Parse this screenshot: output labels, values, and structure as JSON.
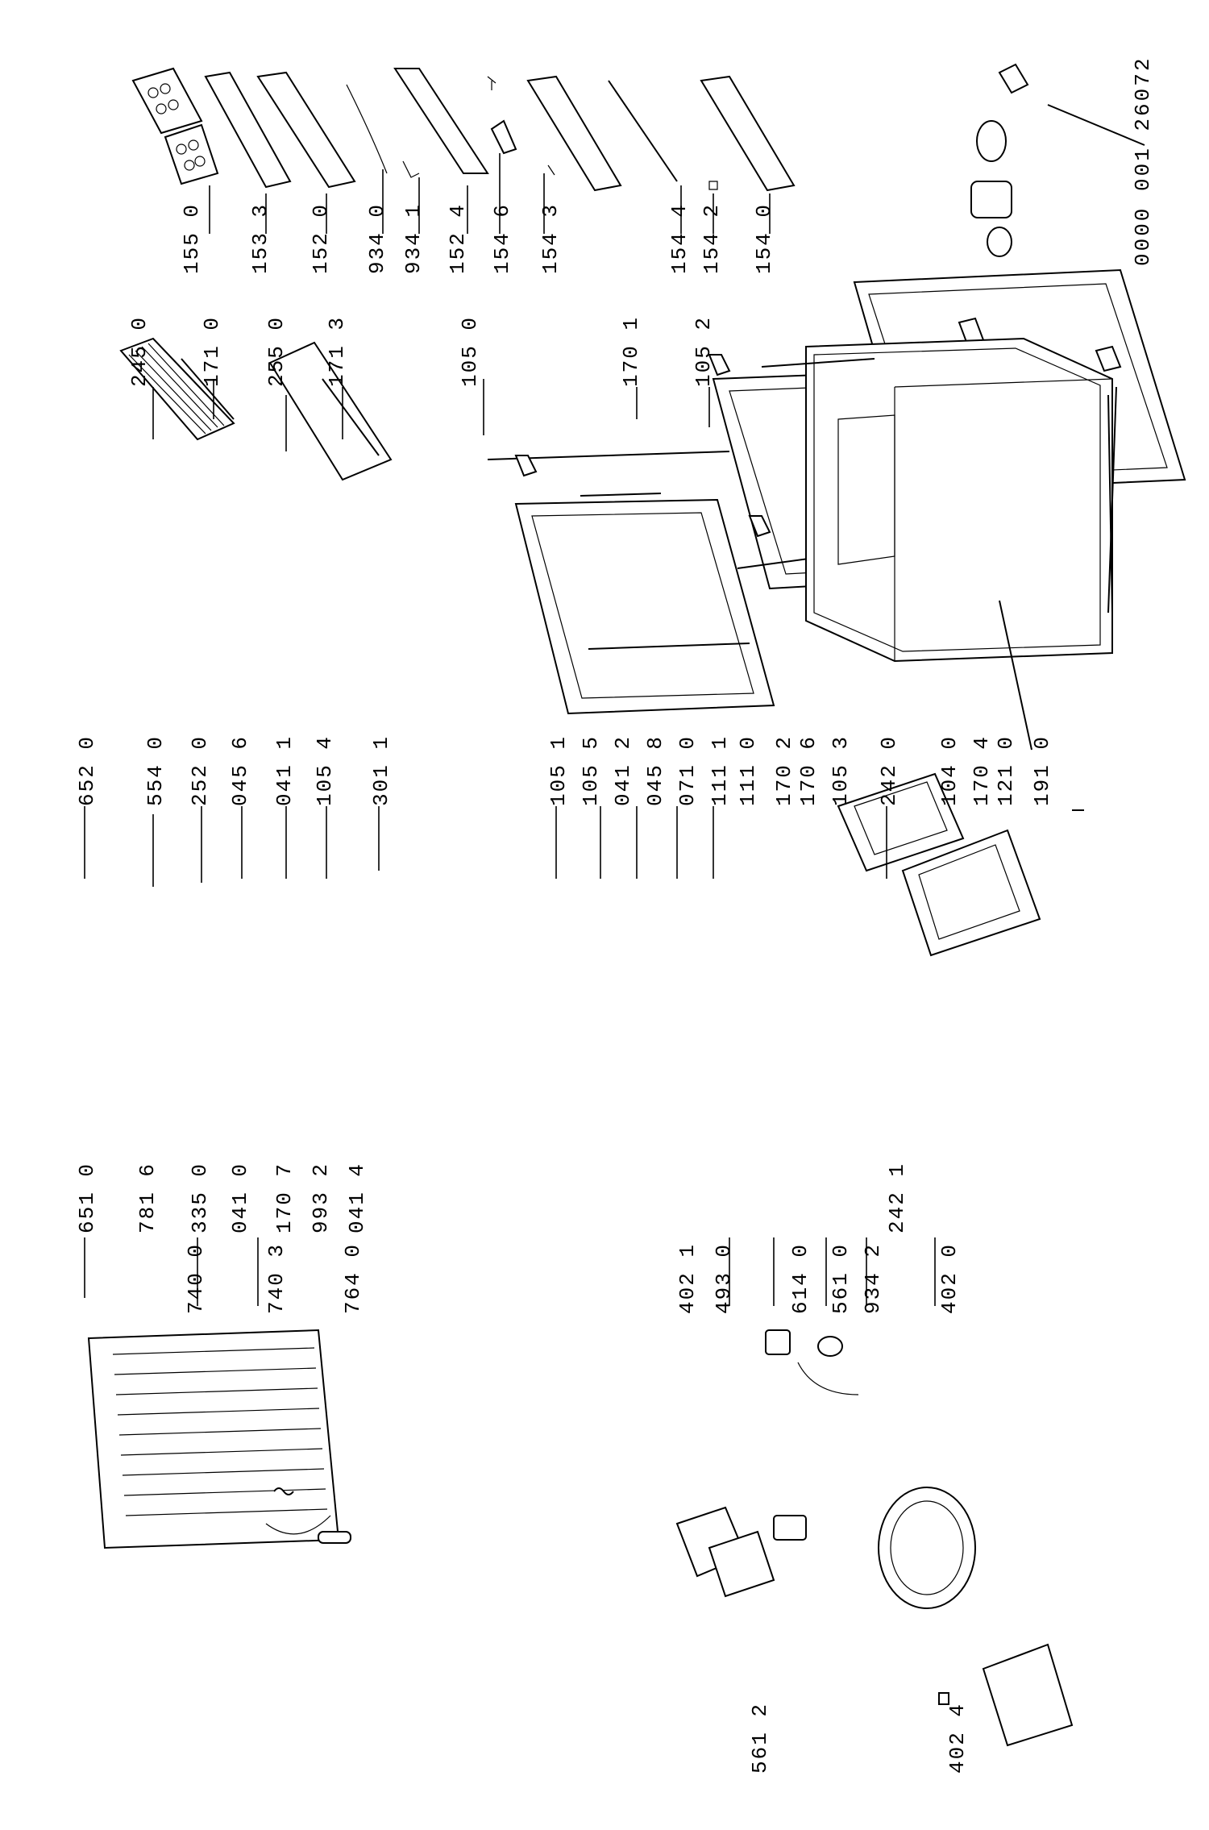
{
  "document_number": "0000 001 26072",
  "part_labels": [
    "155 0",
    "153 3",
    "152 0",
    "934 0",
    "934 1",
    "152 4",
    "154 6",
    "154 3",
    "154 4",
    "154 2",
    "154 0",
    "245 0",
    "171 0",
    "255 0",
    "171 3",
    "105 0",
    "170 1",
    "105 2",
    "652 0",
    "554 0",
    "252 0",
    "045 6",
    "041 1",
    "105 4",
    "301 1",
    "105 1",
    "105 5",
    "041 2",
    "045 8",
    "071 0",
    "111 1",
    "111 0",
    "170 2",
    "170 6",
    "105 3",
    "242 0",
    "104 0",
    "170 4",
    "121 0",
    "191 0",
    "651 0",
    "781 6",
    "335 0",
    "041 0",
    "170 7",
    "993 2",
    "041 4",
    "242 1",
    "740 0",
    "740 3",
    "764 0",
    "402 1",
    "493 0",
    "614 0",
    "561 0",
    "934 2",
    "402 0",
    "561 2",
    "402 4"
  ]
}
